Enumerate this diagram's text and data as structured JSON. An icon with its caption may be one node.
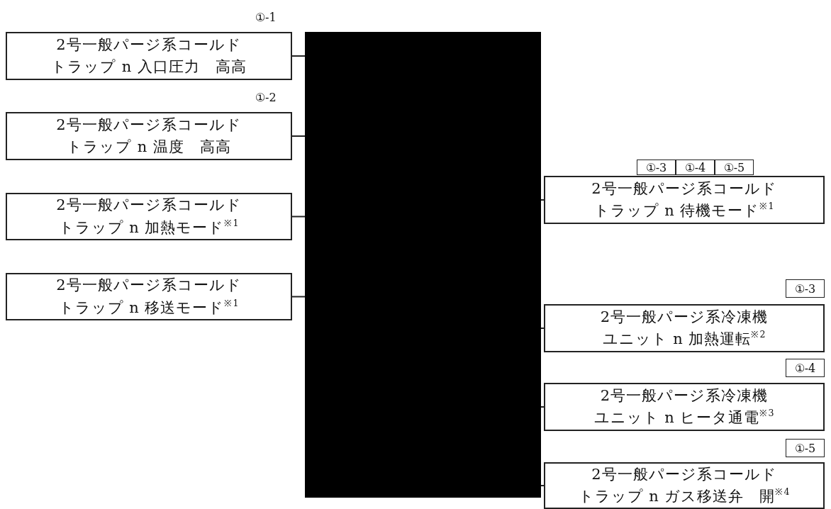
{
  "diagram": {
    "nodes": [
      {
        "text": [
          "2号一般パージ系コールドトラップ n 入口圧力　高高"
        ],
        "beside": [
          "①-1"
        ]
      },
      {
        "text": [
          "2号一般パージ系コールドトラップ n 温度　高高"
        ],
        "beside": [
          "①-2"
        ]
      },
      {
        "text": [
          "2号一般パージ系コールドトラップ n 加熱モード$^{※1}$"
        ]
      },
      {
        "text": [
          "2号一般パージ系コールドトラップ n 移送モード$^{※1}$"
        ]
      },
      {
        "text": [],
        "shape": "box"
      },
      {
        "text": [
          "①-3"
        ]
      },
      {
        "text": [
          "①-4"
        ]
      },
      {
        "text": [
          "①-5"
        ]
      },
      {
        "text": [
          "2号一般パージ系コールドトラップ n 待機モード$^{※1}$"
        ]
      },
      {
        "text": [
          "①-3"
        ]
      },
      {
        "text": [
          "2号一般パージ系冷凍機ユニット n 加熱運転$^{※2}$"
        ]
      },
      {
        "text": [
          "①-4"
        ]
      },
      {
        "text": [
          "2号一般パージ系冷凍機ユニット n ヒータ通電$^{※3}$"
        ]
      },
      {
        "text": [
          "①-5"
        ]
      },
      {
        "text": [
          "2号一般パージ系コールドトラップ n ガス移送弁　開$^{※4}$"
        ]
      }
    ],
    "edges": [
      {
        "from": 0,
        "to": 4,
        "arrow": "none"
      },
      {
        "from": 1,
        "to": 4,
        "arrow": "none"
      },
      {
        "from": 2,
        "to": 4,
        "arrow": "none"
      },
      {
        "from": 3,
        "to": 4,
        "arrow": "none"
      },
      {
        "from": 8,
        "to": 4,
        "arrow": "none"
      },
      {
        "from": 10,
        "to": 4,
        "arrow": "none"
      },
      {
        "from": 12,
        "to": 4,
        "arrow": "none"
      },
      {
        "from": 14,
        "to": 4,
        "arrow": "none"
      }
    ]
  }
}
